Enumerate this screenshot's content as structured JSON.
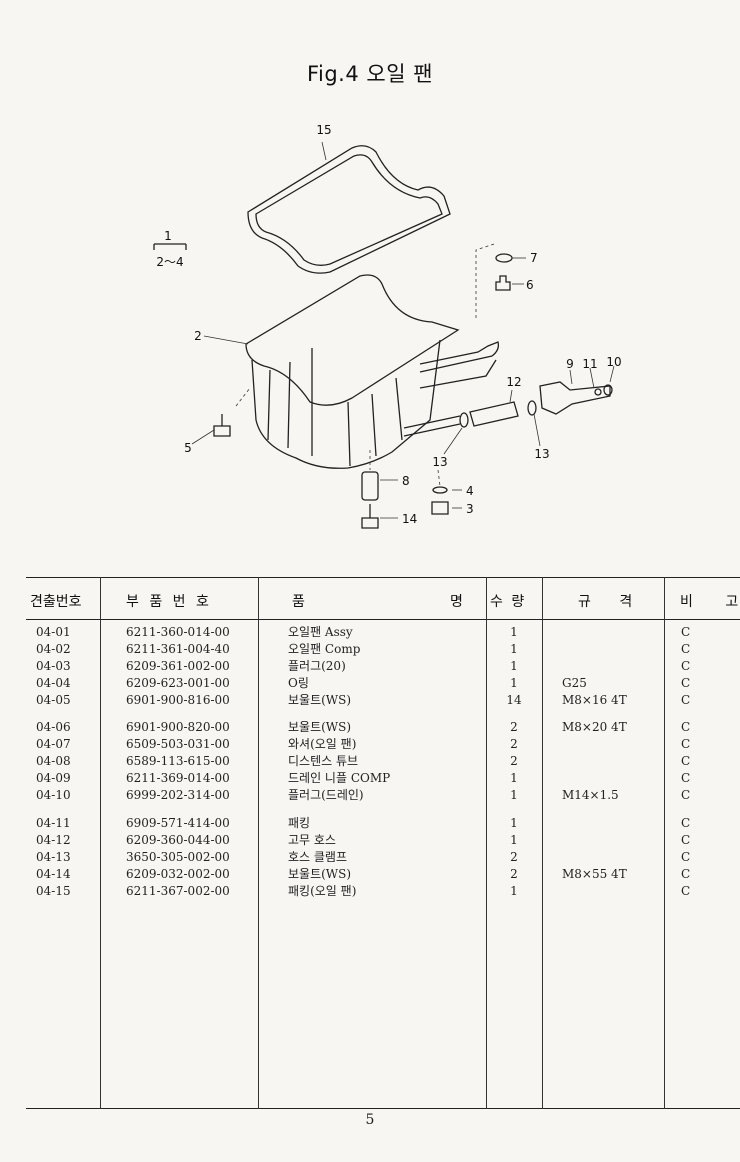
{
  "figure": {
    "title": "Fig.4 오일 팬"
  },
  "diagram": {
    "callouts": {
      "assembly_top": "1",
      "assembly_range": "2～4",
      "c2": "2",
      "c3": "3",
      "c4": "4",
      "c5": "5",
      "c6": "6",
      "c7": "7",
      "c8": "8",
      "c9": "9",
      "c10": "10",
      "c11": "11",
      "c12": "12",
      "c13a": "13",
      "c13b": "13",
      "c14": "14",
      "c15": "15"
    }
  },
  "table": {
    "headers": {
      "id": "견출번호",
      "part_no": "부 품 번 호",
      "name_left": "품",
      "name_right": "명",
      "qty": "수 량",
      "spec": "규 격",
      "note": "비 고"
    },
    "rows": [
      {
        "id": "04-01",
        "part_no": "6211-360-014-00",
        "name": "오일팬 Assy",
        "qty": "1",
        "spec": "",
        "note": "C"
      },
      {
        "id": "04-02",
        "part_no": "6211-361-004-40",
        "name": "오일팬 Comp",
        "qty": "1",
        "spec": "",
        "note": "C"
      },
      {
        "id": "04-03",
        "part_no": "6209-361-002-00",
        "name": "플러그(20)",
        "qty": "1",
        "spec": "",
        "note": "C"
      },
      {
        "id": "04-04",
        "part_no": "6209-623-001-00",
        "name": "O링",
        "qty": "1",
        "spec": "G25",
        "note": "C"
      },
      {
        "id": "04-05",
        "part_no": "6901-900-816-00",
        "name": "보울트(WS)",
        "qty": "14",
        "spec": "M8×16 4T",
        "note": "C"
      },
      {
        "id": "04-06",
        "part_no": "6901-900-820-00",
        "name": "보울트(WS)",
        "qty": "2",
        "spec": "M8×20 4T",
        "note": "C"
      },
      {
        "id": "04-07",
        "part_no": "6509-503-031-00",
        "name": "와셔(오일 팬)",
        "qty": "2",
        "spec": "",
        "note": "C"
      },
      {
        "id": "04-08",
        "part_no": "6589-113-615-00",
        "name": "디스텐스 튜브",
        "qty": "2",
        "spec": "",
        "note": "C"
      },
      {
        "id": "04-09",
        "part_no": "6211-369-014-00",
        "name": "드레인 니플 COMP",
        "qty": "1",
        "spec": "",
        "note": "C"
      },
      {
        "id": "04-10",
        "part_no": "6999-202-314-00",
        "name": "플러그(드레인)",
        "qty": "1",
        "spec": "M14×1.5",
        "note": "C"
      },
      {
        "id": "04-11",
        "part_no": "6909-571-414-00",
        "name": "패킹",
        "qty": "1",
        "spec": "",
        "note": "C"
      },
      {
        "id": "04-12",
        "part_no": "6209-360-044-00",
        "name": "고무 호스",
        "qty": "1",
        "spec": "",
        "note": "C"
      },
      {
        "id": "04-13",
        "part_no": "3650-305-002-00",
        "name": "호스 클램프",
        "qty": "2",
        "spec": "",
        "note": "C"
      },
      {
        "id": "04-14",
        "part_no": "6209-032-002-00",
        "name": "보울트(WS)",
        "qty": "2",
        "spec": "M8×55 4T",
        "note": "C"
      },
      {
        "id": "04-15",
        "part_no": "6211-367-002-00",
        "name": "패킹(오일 팬)",
        "qty": "1",
        "spec": "",
        "note": "C"
      }
    ]
  },
  "footer": {
    "page_number": "5"
  }
}
